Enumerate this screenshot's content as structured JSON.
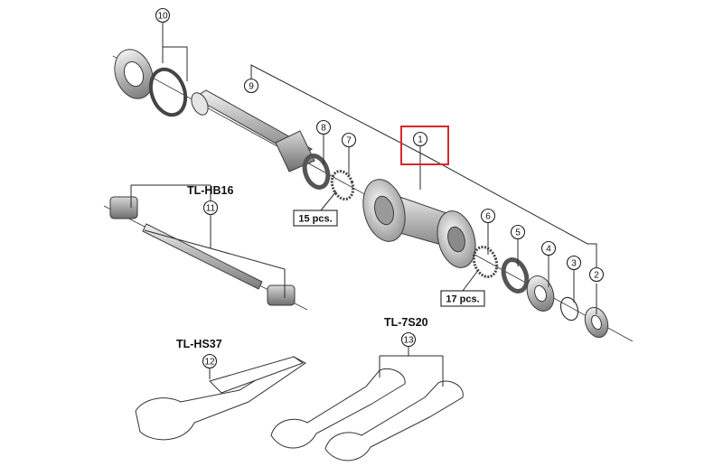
{
  "callouts": [
    "1",
    "2",
    "3",
    "4",
    "5",
    "6",
    "7",
    "8",
    "9",
    "10",
    "11",
    "12",
    "13"
  ],
  "tools": {
    "hb16": "TL-HB16",
    "hs37": "TL-HS37",
    "s20": "TL-7S20"
  },
  "quantities": {
    "balls_left": "15 pcs.",
    "balls_right": "17 pcs."
  },
  "highlight_color": "#d9262c"
}
